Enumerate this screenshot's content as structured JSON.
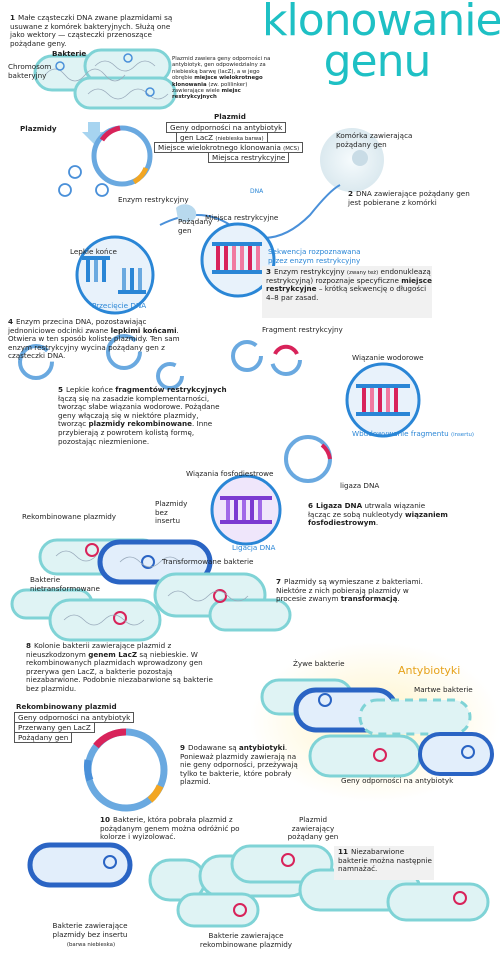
{
  "title": "klonowanie genu",
  "colors": {
    "title": "#1ec0c4",
    "bacteria": "#7fd3d6",
    "plasmid": "#4a90d9",
    "gene": "#d8235a",
    "sticky": "#2a86d6",
    "antibiotic": "#f2a623"
  },
  "steps": {
    "s1": {
      "num": "1",
      "text": "Małe cząsteczki DNA zwane plazmidami są usuwane z komórek bakteryjnych. Służą one jako wektory — cząsteczki przenoszące pożądane geny."
    },
    "s2": {
      "num": "2",
      "text": "DNA zawierające pożądany gen jest pobierane z komórki"
    },
    "s3": {
      "num": "3",
      "text_a": "Enzym restrykcyjny",
      "text_small": "(zwany też)",
      "text_b": "endonukleazą restrykcyjną) rozpoznaje specyficzne",
      "bold": "miejsce restrykcyjne",
      "text_c": "– krótką sekwencję o długości 4–8 par zasad."
    },
    "s4": {
      "num": "4",
      "text_a": "Enzym przecina DNA, pozostawiając jednoniciowe odcinki zwane",
      "bold": "lepkimi końcami",
      "text_b": ". Otwiera w ten sposób koliste plazmidy. Ten sam enzym restrykcyjny wycina pożądany gen z cząsteczki DNA."
    },
    "s5": {
      "num": "5",
      "text_a": "Lepkie końce",
      "bold_a": "fragmentów restrykcyjnych",
      "text_b": "łączą się na zasadzie komplementarności, tworząc słabe wiązania wodorowe. Pożądane geny włączają się w niektóre plazmidy, tworząc",
      "bold_b": "plazmidy rekombinowane",
      "text_c": ". Inne przybierają z powrotem kolistą formę, pozostając niezmienione."
    },
    "s6": {
      "num": "6",
      "bold_a": "Ligaza DNA",
      "text_a": "utrwala wiązanie łącząc ze sobą nukleotydy",
      "bold_b": "wiązaniem fosfodiestrowym",
      "text_b": "."
    },
    "s7": {
      "num": "7",
      "text_a": "Plazmidy są wymieszane z bakteriami. Niektóre z nich pobierają plazmidy w procesie zwanym",
      "bold": "transformacją",
      "text_b": "."
    },
    "s8": {
      "num": "8",
      "text_a": "Kolonie bakterii zawierające plazmid z nieuszkodzonym",
      "bold": "genem LacZ",
      "text_b": "są niebieskie. W rekombinowanych plazmidach wprowadzony gen przerywa gen LacZ, a bakterie pozostają niezabarwione. Podobnie niezabarwione są bakterie bez plazmidu."
    },
    "s9": {
      "num": "9",
      "text_a": "Dodawane są",
      "bold": "antybiotyki",
      "text_b": ". Ponieważ plazmidy zawierają na nie geny odporności, przeżywają tylko te bakterie, które pobrały plazmid."
    },
    "s10": {
      "num": "10",
      "text": "Bakterie, która pobrała plazmid z pożądanym genem można odróżnić po kolorze i wyizolować."
    },
    "s11": {
      "num": "11",
      "text": "Niezabarwione bakterie można następnie namnażać."
    }
  },
  "labels": {
    "bakterie": "Bakterie",
    "chromosom": "Chromosom bakteryjny",
    "plazmidy": "Plazmidy",
    "plasmid_note_a": "Plazmid zawiera geny odporności na antybiotyk, gen odpowiedzialny za niebieską barwę (lacZ), a w jego obrębie",
    "plasmid_note_bold": "miejsce wielokrotnego klonowania",
    "plasmid_note_b": "(zw. polilinker) zawierające wiele",
    "plasmid_note_bold2": "miejsc restrykcyjnych",
    "plazmid_header": "Plazmid",
    "plazmid_items": [
      "Geny odporności na antybiotyk",
      "gen LacZ",
      "Miejsce wielokrotnego klonowania",
      "Miejsca restrykcyjne"
    ],
    "lacz_small": "(niebieska barwa)",
    "mcs_small": "(MCS)",
    "komorka": "Komórka zawierająca pożądany gen",
    "dna": "DNA",
    "enzym": "Enzym restrykcyjny",
    "miejsca_restr": "Miejsca restrykcyjne",
    "pozadany_gen": "Pożądany gen",
    "lepkie_konce": "Lepkie końce",
    "przeciecie": "Przecięcie DNA",
    "sekwencja": "Sekwencja rozpoznawana przez enzym restrykcyjny",
    "fragment_restr": "Fragment restrykcyjny",
    "wiazanie_wod": "Wiązanie wodorowe",
    "wbudowywanie": "Wbudowywanie fragmentu",
    "insertu": "(insertu)",
    "wiazania_fosf": "Wiązania fosfodiestrowe",
    "ligaza": "ligaza DNA",
    "ligacja": "Ligacja DNA",
    "rekomb_plazmidy": "Rekombinowane plazmidy",
    "plazmidy_bez": "Plazmidy bez insertu",
    "transformowane": "Transformowane bakterie",
    "nietransformowane": "Bakterie nietransformowane",
    "rekomb_header": "Rekombinowany plazmid",
    "rekomb_items": [
      "Geny odporności na antybiotyk",
      "Przerwany gen LacZ",
      "Pożądany gen"
    ],
    "antybiotyki": "Antybiotyki",
    "zywe": "Żywe bakterie",
    "martwe": "Martwe bakterie",
    "geny_odp": "Geny odporności na antybiotyk",
    "plazmid_zaw": "Plazmid zawierający pożądany gen",
    "bakterie_bez": "Bakterie zawierające plazmidy bez insertu",
    "barwa_nieb": "(barwa niebieska)",
    "bakterie_rek": "Bakterie zawierające rekombinowane plazmidy"
  }
}
